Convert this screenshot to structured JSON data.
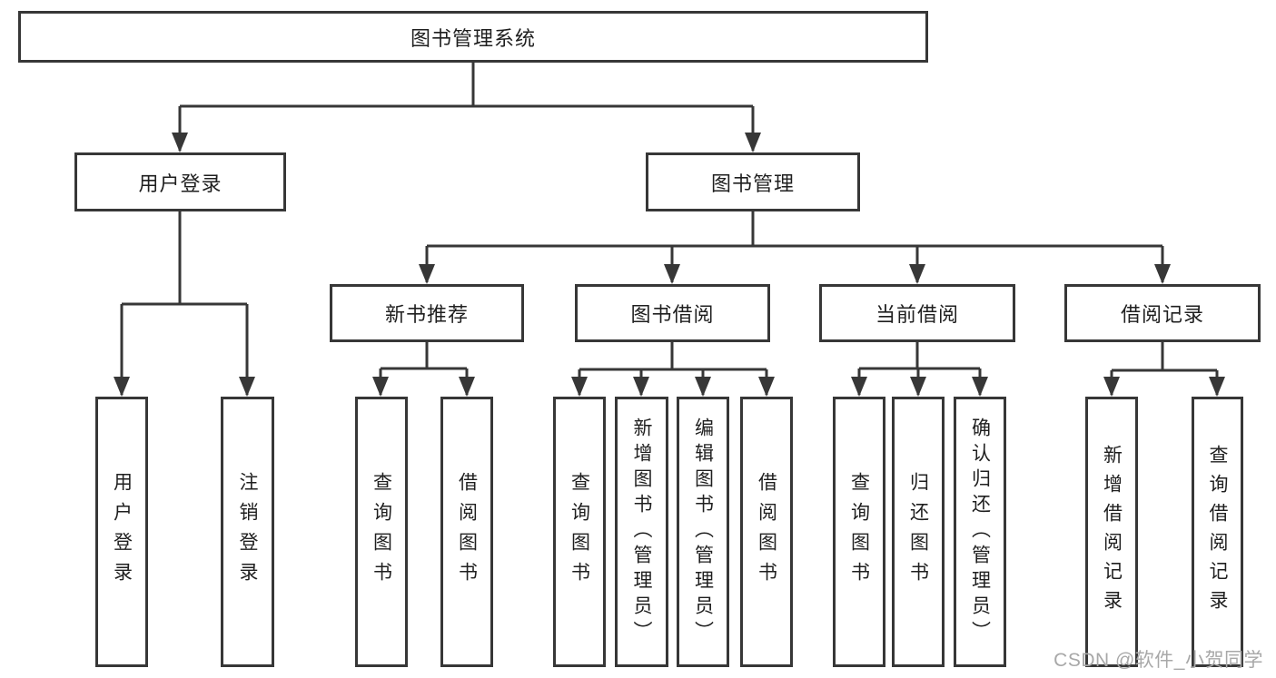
{
  "diagram": {
    "title": "图书管理系统",
    "colors": {
      "line": "#373737",
      "text": "#1f1f1f",
      "background": "#ffffff",
      "watermark": "#a8a8a8"
    },
    "nodes": {
      "root": {
        "label": "图书管理系统"
      },
      "user_login": {
        "label": "用户登录"
      },
      "book_mgmt": {
        "label": "图书管理"
      },
      "new_book_rec": {
        "label": "新书推荐"
      },
      "book_borrow": {
        "label": "图书借阅"
      },
      "current_borrow": {
        "label": "当前借阅"
      },
      "borrow_records": {
        "label": "借阅记录"
      },
      "leaf_user_login": {
        "label": "用户登录"
      },
      "leaf_logout": {
        "label": "注销登录"
      },
      "leaf_query_book_1": {
        "label": "查询图书"
      },
      "leaf_borrow_book_1": {
        "label": "借阅图书"
      },
      "leaf_query_book_2": {
        "label": "查询图书"
      },
      "leaf_add_book": {
        "label": "新增图书（管理员）"
      },
      "leaf_edit_book": {
        "label": "编辑图书（管理员）"
      },
      "leaf_borrow_book_2": {
        "label": "借阅图书"
      },
      "leaf_query_book_3": {
        "label": "查询图书"
      },
      "leaf_return_book": {
        "label": "归还图书"
      },
      "leaf_confirm_return": {
        "label": "确认归还（管理员）"
      },
      "leaf_add_borrow_record": {
        "label": "新增借阅记录"
      },
      "leaf_query_borrow_record": {
        "label": "查询借阅记录"
      }
    }
  },
  "watermark": {
    "text": "CSDN @软件_小贺同学"
  }
}
